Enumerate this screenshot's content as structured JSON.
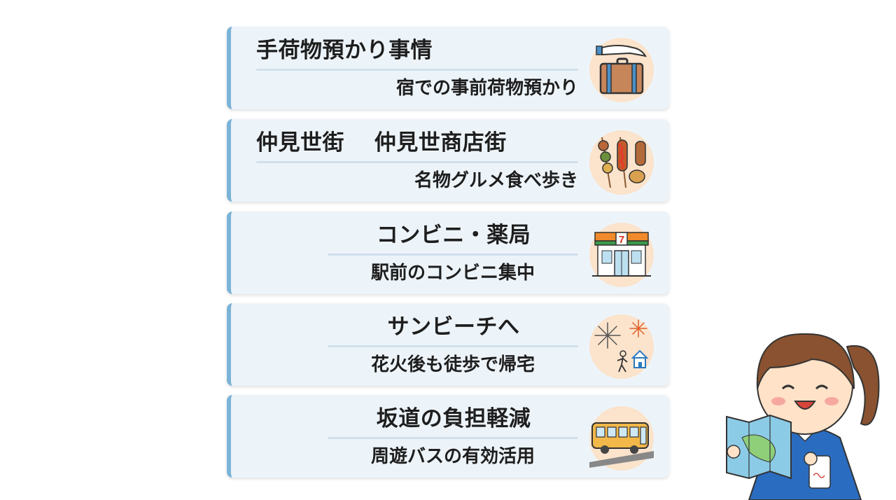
{
  "cards": [
    {
      "title": "手荷物預かり事情",
      "subtitle": "宿での事前荷物預かり",
      "icon": "luggage-hand-icon"
    },
    {
      "title": "仲見世街　 仲見世商店街",
      "subtitle": "名物グルメ食べ歩き",
      "icon": "street-food-skewers-icon"
    },
    {
      "title": "コンビニ・薬局",
      "subtitle": "駅前のコンビニ集中",
      "icon": "convenience-store-icon",
      "store_sign": "7"
    },
    {
      "title": "サンビーチへ",
      "subtitle": "花火後も徒歩で帰宅",
      "icon": "fireworks-walk-home-icon"
    },
    {
      "title": "坂道の負担軽減",
      "subtitle": "周遊バスの有効活用",
      "icon": "bus-slope-icon"
    }
  ],
  "colors": {
    "card_bg": "#edf4f9",
    "accent_bar": "#7bb3d6",
    "icon_circle": "#fbe3cc",
    "text": "#1e1e1e"
  },
  "illustration": {
    "name": "tourist-girl-with-map-illustration"
  }
}
